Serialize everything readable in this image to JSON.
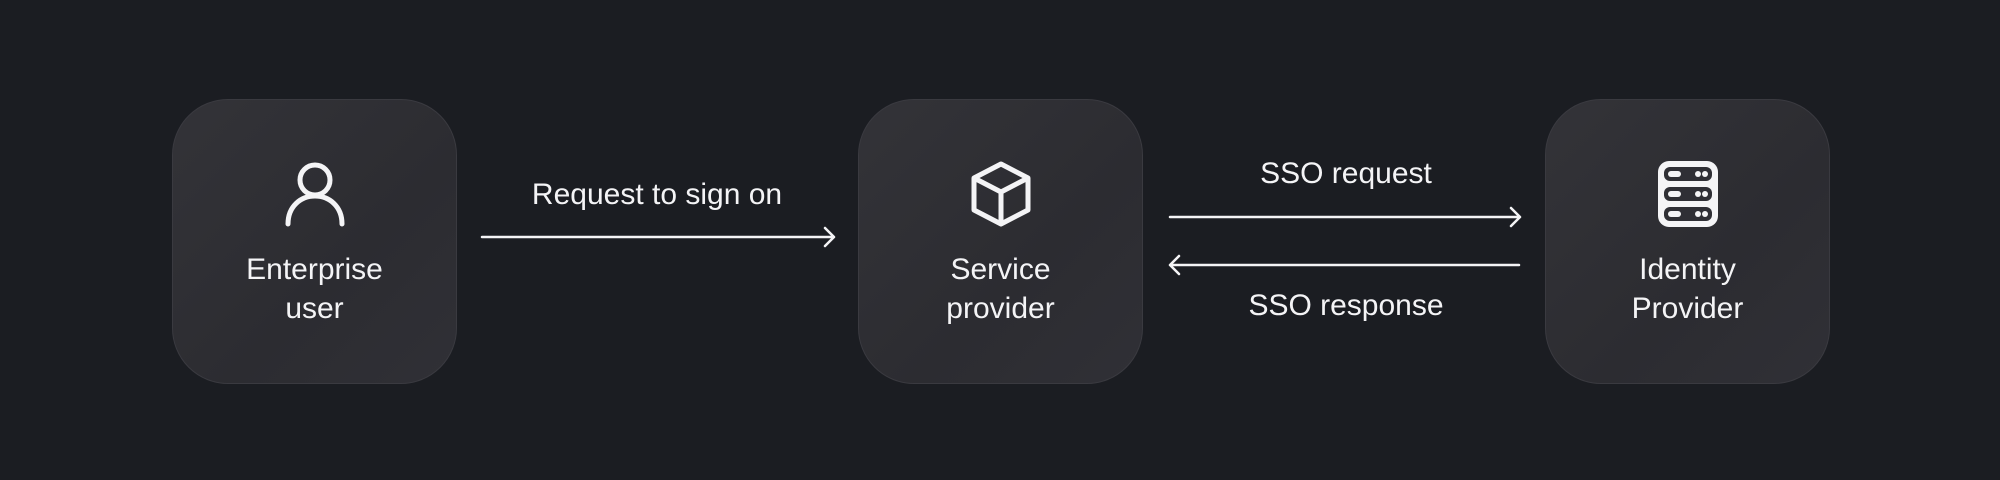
{
  "nodes": [
    {
      "id": "enterprise-user",
      "label_line1": "Enterprise",
      "label_line2": "user",
      "icon": "user-icon"
    },
    {
      "id": "service-provider",
      "label_line1": "Service",
      "label_line2": "provider",
      "icon": "cube-icon"
    },
    {
      "id": "identity-provider",
      "label_line1": "Identity",
      "label_line2": "Provider",
      "icon": "server-icon"
    }
  ],
  "edges": [
    {
      "from": "enterprise-user",
      "to": "service-provider",
      "label": "Request to sign on"
    },
    {
      "from": "service-provider",
      "to": "identity-provider",
      "label": "SSO request"
    },
    {
      "from": "identity-provider",
      "to": "service-provider",
      "label": "SSO response"
    }
  ],
  "colors": {
    "background": "#1b1d22",
    "node": "#2f2f35",
    "foreground": "#f4f4f6"
  }
}
